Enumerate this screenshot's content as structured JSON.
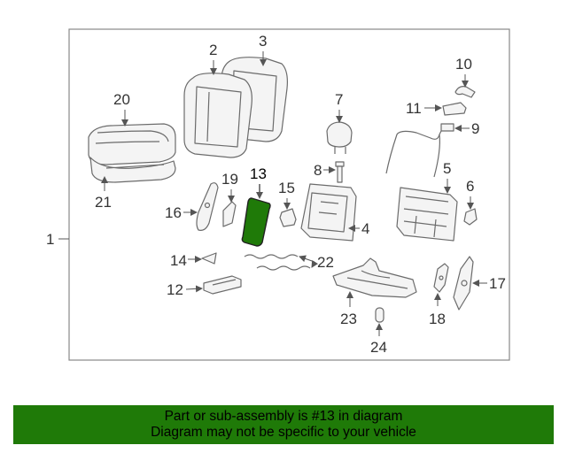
{
  "diagram": {
    "assembly_label": "1",
    "highlighted_part": "13",
    "highlight_color": "#1f7a08",
    "frame_color": "#888888",
    "parts": [
      "2",
      "3",
      "4",
      "5",
      "6",
      "7",
      "8",
      "9",
      "10",
      "11",
      "12",
      "13",
      "14",
      "15",
      "16",
      "17",
      "18",
      "19",
      "20",
      "21",
      "22",
      "23",
      "24"
    ]
  },
  "banner": {
    "line1": "Part or sub-assembly is #13 in diagram",
    "line2": "Diagram may not be specific to your vehicle",
    "background": "#1f7a08"
  }
}
